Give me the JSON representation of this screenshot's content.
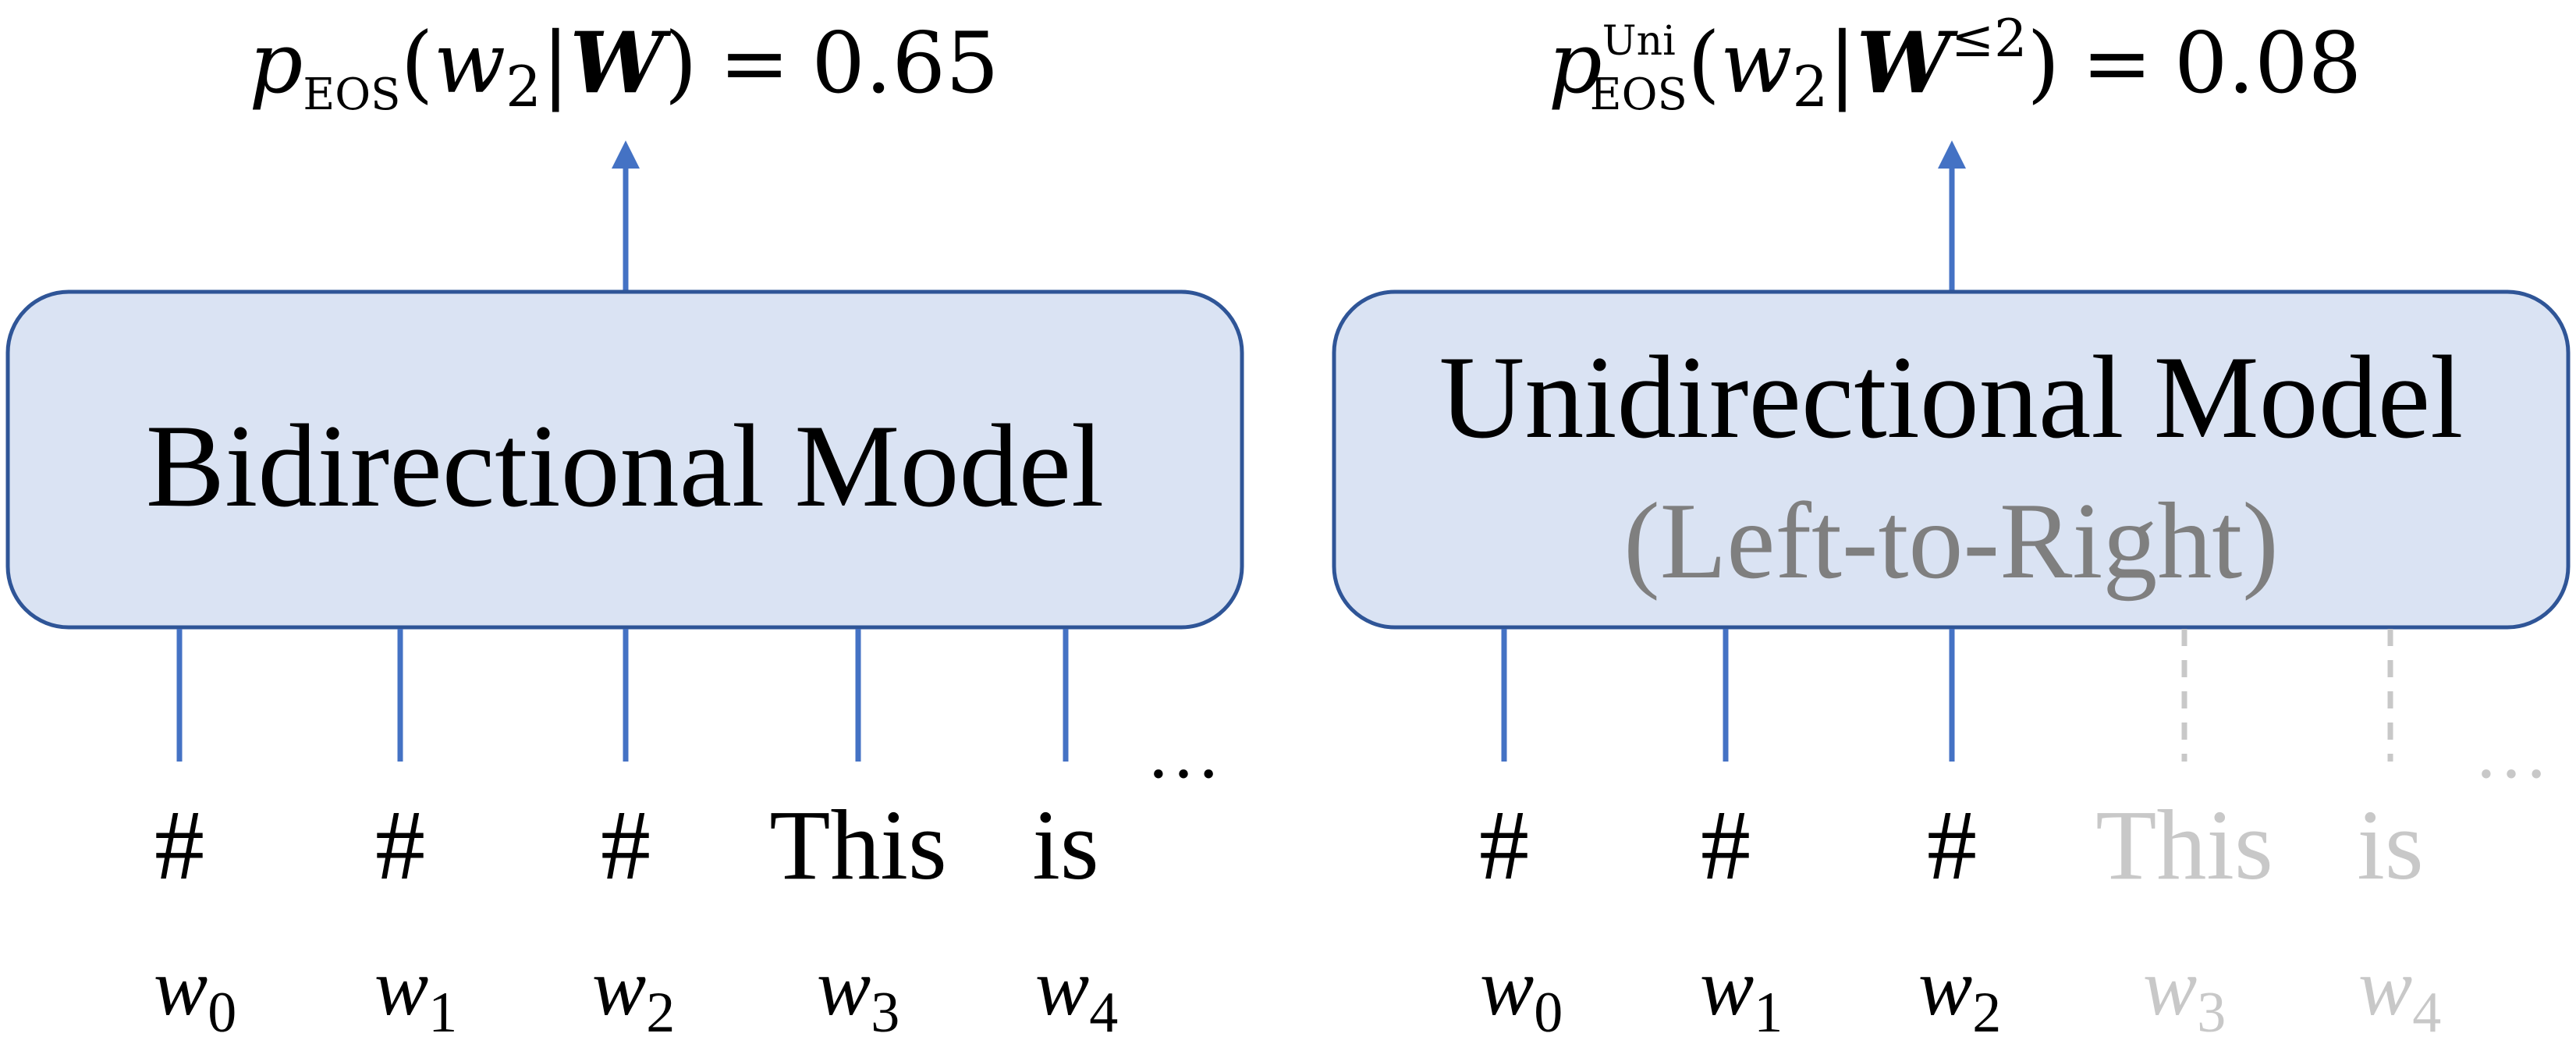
{
  "colors": {
    "box_fill": "#dae3f3",
    "box_stroke": "#2f5597",
    "arrow": "#4472c4",
    "active_text": "#000000",
    "inactive_text": "#c8c8c8",
    "subtitle_text": "#7f7f7f",
    "inactive_line": "#c8c8c8"
  },
  "left": {
    "model_title": "Bidirectional Model",
    "formula": {
      "p": "p",
      "sub": "EOS",
      "open": "(",
      "w": "w",
      "w_sub": "2",
      "bar": "|",
      "W": "W",
      "close": ")",
      "eq": "=",
      "value": "0.65"
    },
    "tokens": [
      "#",
      "#",
      "#",
      "This",
      "is"
    ],
    "words": [
      {
        "letter": "w",
        "sub": "0"
      },
      {
        "letter": "w",
        "sub": "1"
      },
      {
        "letter": "w",
        "sub": "2"
      },
      {
        "letter": "w",
        "sub": "3"
      },
      {
        "letter": "w",
        "sub": "4"
      }
    ],
    "ellipsis": "…"
  },
  "right": {
    "model_title": "Unidirectional Model",
    "model_subtitle": "(Left-to-Right)",
    "formula": {
      "p": "p",
      "sup": "Uni",
      "sub": "EOS",
      "open": "(",
      "w": "w",
      "w_sub": "2",
      "bar": "|",
      "W": "W",
      "W_sup": "≤2",
      "close": ")",
      "eq": "=",
      "value": "0.08"
    },
    "tokens": [
      "#",
      "#",
      "#",
      "This",
      "is"
    ],
    "words": [
      {
        "letter": "w",
        "sub": "0"
      },
      {
        "letter": "w",
        "sub": "1"
      },
      {
        "letter": "w",
        "sub": "2"
      },
      {
        "letter": "w",
        "sub": "3"
      },
      {
        "letter": "w",
        "sub": "4"
      }
    ],
    "ellipsis": "…"
  }
}
